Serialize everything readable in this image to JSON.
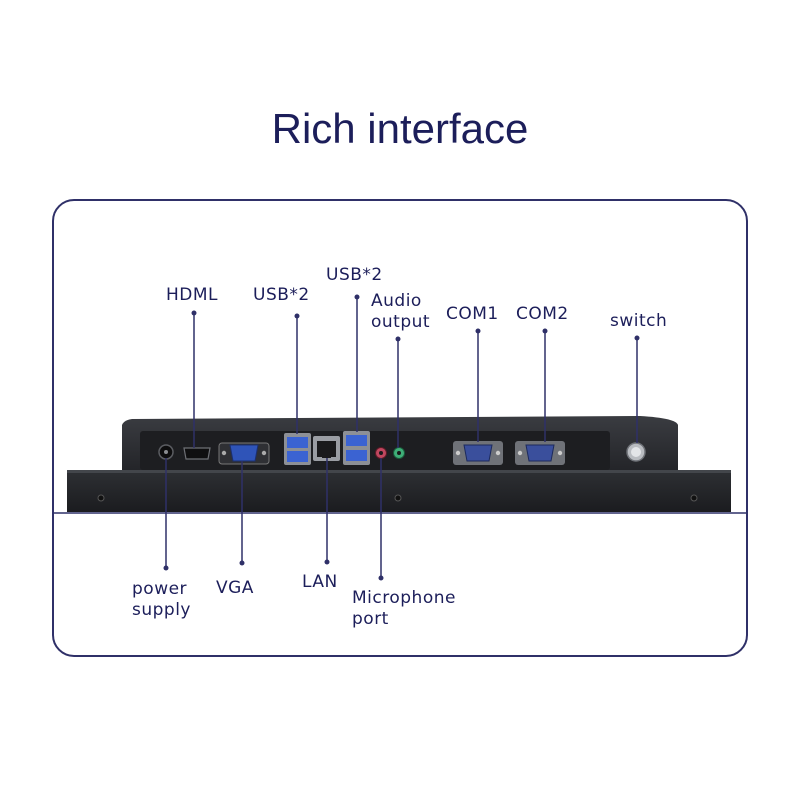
{
  "title": "Rich interface",
  "labels": {
    "hdml": "HDML",
    "usb_left": "USB*2",
    "usb_right": "USB*2",
    "audio_line1": "Audio",
    "audio_line2": "output",
    "com1": "COM1",
    "com2": "COM2",
    "switch": "switch",
    "power_line1": "power",
    "power_line2": "supply",
    "vga": "VGA",
    "lan": "LAN",
    "mic_line1": "Microphone",
    "mic_line2": "port"
  },
  "colors": {
    "text": "#1c1e5a",
    "line": "#2f3068",
    "device_body": "#2b2d31",
    "device_dark": "#1d1e21",
    "vga_blue": "#2f54b8",
    "usb_blue": "#3b63d2",
    "mic_pink": "#c0475f",
    "audio_green": "#3fae78",
    "com_blue": "#3a4f9c"
  }
}
